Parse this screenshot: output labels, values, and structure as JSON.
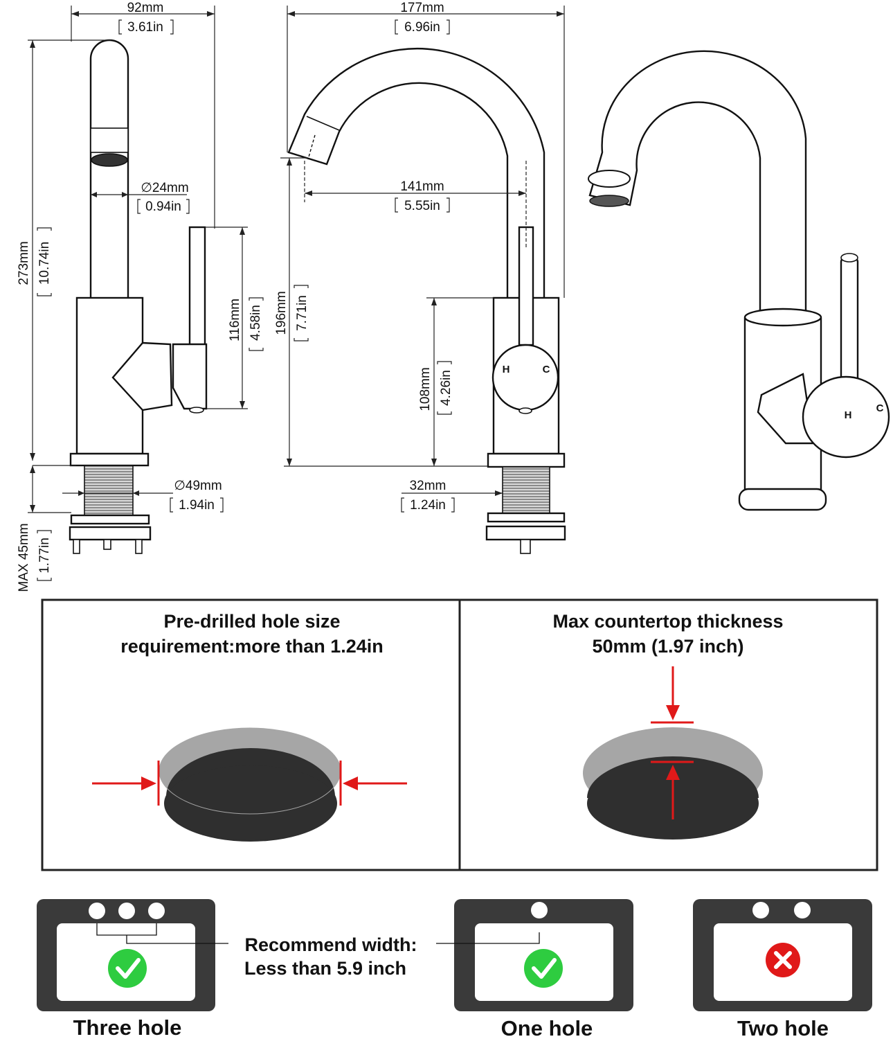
{
  "dimensions": {
    "width_total": {
      "mm": "92mm",
      "in": "3.61in"
    },
    "height_total": {
      "mm": "273mm",
      "in": "10.74in"
    },
    "spout_diameter": {
      "mm": "∅24mm",
      "in": "0.94in"
    },
    "handle_height": {
      "mm": "116mm",
      "in": "4.58in"
    },
    "base_diameter": {
      "mm": "∅49mm",
      "in": "1.94in"
    },
    "max_thickness": {
      "mm": "MAX 45mm",
      "in": "1.77in"
    },
    "spout_width": {
      "mm": "177mm",
      "in": "6.96in"
    },
    "spout_reach": {
      "mm": "141mm",
      "in": "5.55in"
    },
    "spout_height": {
      "mm": "196mm",
      "in": "7.71in"
    },
    "body_height": {
      "mm": "108mm",
      "in": "4.26in"
    },
    "shank_diameter": {
      "mm": "32mm",
      "in": "1.24in"
    }
  },
  "handle_marks": {
    "hot": "H",
    "cold": "C"
  },
  "panels": {
    "hole_size": {
      "line1": "Pre-drilled hole size",
      "line2": "requirement:more than 1.24in"
    },
    "thickness": {
      "line1": "Max countertop thickness",
      "line2": "50mm (1.97 inch)"
    }
  },
  "recommend": {
    "line1": "Recommend width:",
    "line2": "Less than 5.9 inch"
  },
  "sinks": [
    {
      "label": "Three hole",
      "holes": 3,
      "ok": true
    },
    {
      "label": "One hole",
      "holes": 1,
      "ok": true
    },
    {
      "label": "Two hole",
      "holes": 2,
      "ok": false
    }
  ],
  "colors": {
    "accent_red": "#e01919",
    "ok_green": "#2ecc40",
    "sink_dark": "#3a3a3a",
    "hole_rim": "#a6a6a6",
    "hole_dark": "#2f2f2f"
  }
}
